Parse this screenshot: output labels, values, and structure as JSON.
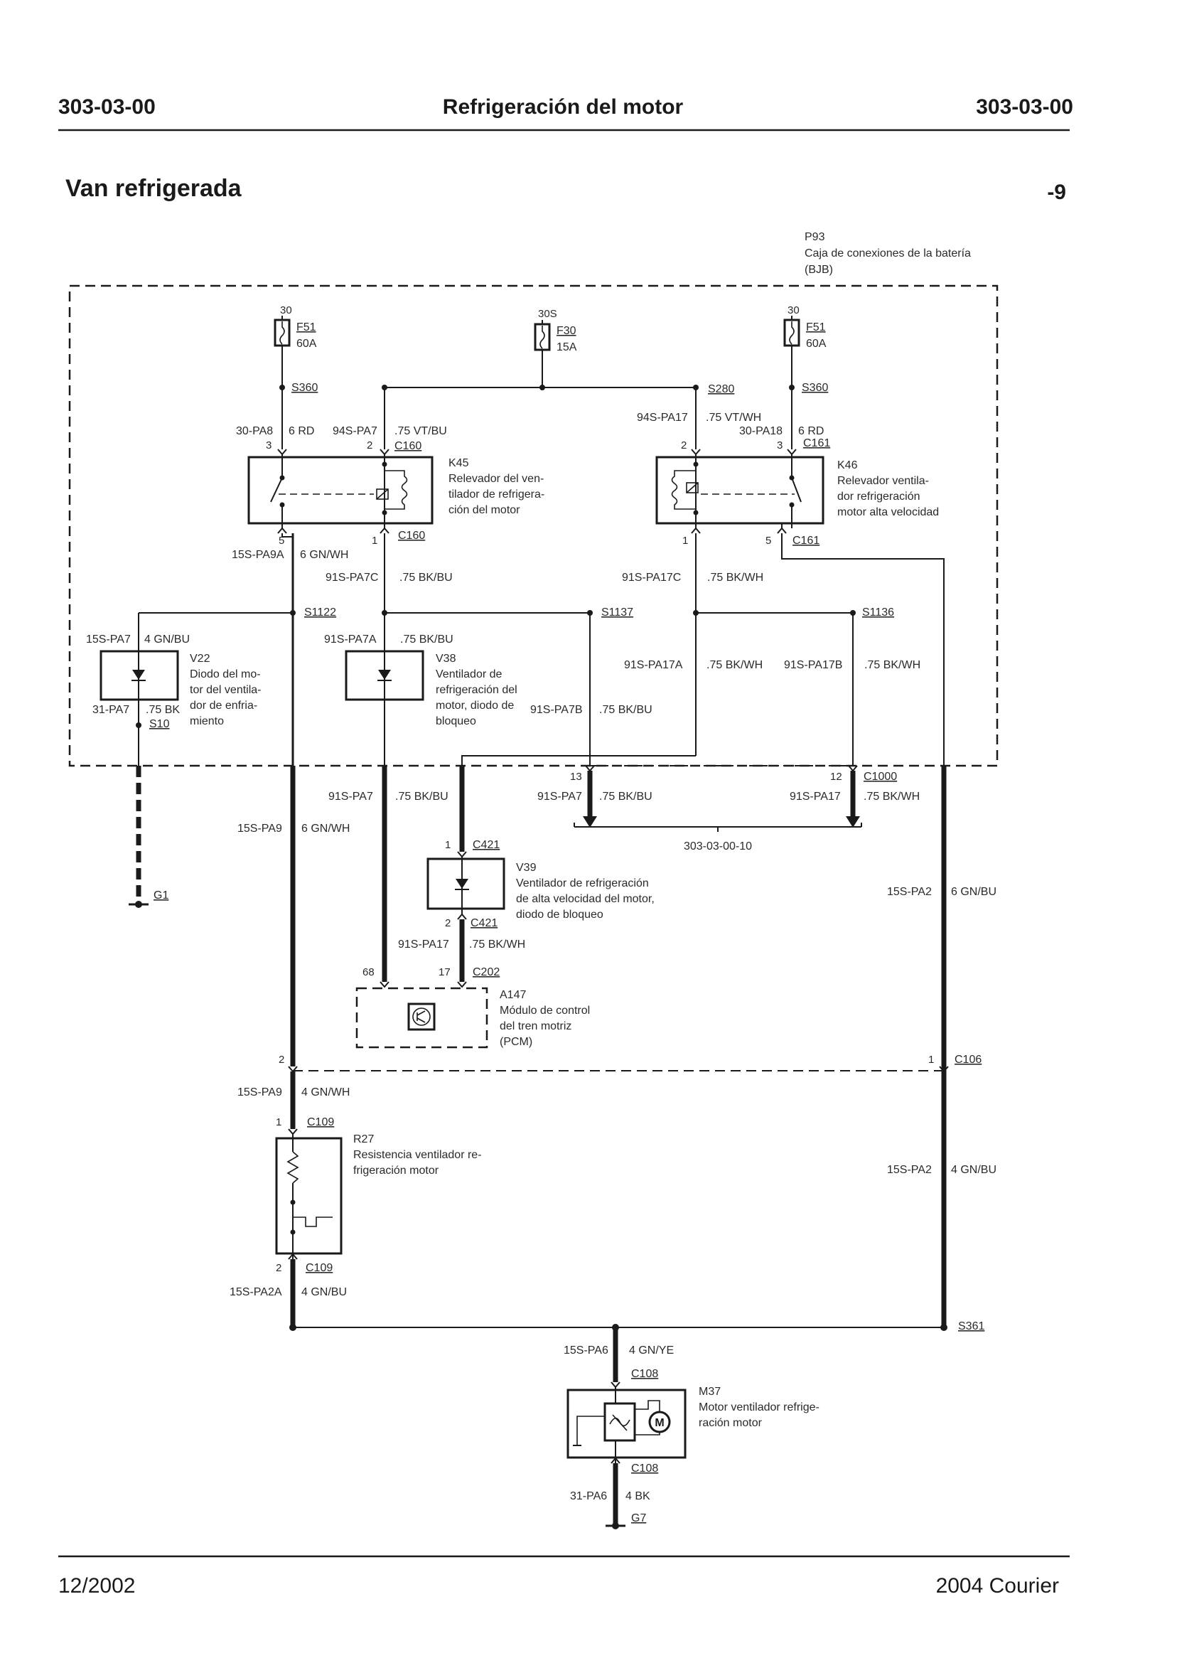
{
  "header": {
    "left_code": "303-03-00",
    "title": "Refrigeración del motor",
    "right_code": "303-03-00"
  },
  "section": {
    "title": "Van refrigerada",
    "page_num": "-9"
  },
  "footer": {
    "date": "12/2002",
    "model": "2004 Courier"
  },
  "bjb": {
    "id": "P93",
    "line1": "Caja de conexiones de la batería",
    "line2": "(BJB)"
  },
  "fuses": {
    "f51_left": {
      "terminal": "30",
      "id": "F51",
      "rating": "60A"
    },
    "f30": {
      "terminal": "30S",
      "id": "F30",
      "rating": "15A"
    },
    "f51_right": {
      "terminal": "30",
      "id": "F51",
      "rating": "60A"
    }
  },
  "splices": {
    "s360": "S360",
    "s280": "S280",
    "s1122": "S1122",
    "s1137": "S1137",
    "s1136": "S1136",
    "s10": "S10",
    "s361": "S361"
  },
  "k45": {
    "id": "K45",
    "desc1": "Relevador del ven-",
    "desc2": "tilador de refrigera-",
    "desc3": "ción del motor",
    "conn_top": "C160",
    "conn_bot": "C160",
    "w_in_a": "30-PA8",
    "w_in_a_col": "6 RD",
    "pin_a": "3",
    "w_in_b": "94S-PA7",
    "w_in_b_col": ".75 VT/BU",
    "pin_b": "2",
    "pin_out_a": "5",
    "pin_out_b": "1",
    "w_out_a": "15S-PA9A",
    "w_out_a_col": "6 GN/WH",
    "w_out_b": "91S-PA7C",
    "w_out_b_col": ".75 BK/BU"
  },
  "k46": {
    "id": "K46",
    "desc1": "Relevador ventila-",
    "desc2": "dor refrigeración",
    "desc3": "motor alta velocidad",
    "conn_top": "C161",
    "conn_bot": "C161",
    "w_in_a": "94S-PA17",
    "w_in_a_col": ".75 VT/WH",
    "pin_a": "2",
    "w_in_b": "30-PA18",
    "w_in_b_col": "6 RD",
    "pin_b": "3",
    "pin_out_a": "1",
    "pin_out_b": "5",
    "w_out_a": "91S-PA17C",
    "w_out_a_col": ".75 BK/WH"
  },
  "v22": {
    "id": "V22",
    "desc1": "Diodo del mo-",
    "desc2": "tor del ventila-",
    "desc3": "dor de enfria-",
    "desc4": "miento",
    "w_top": "15S-PA7",
    "w_top_col": "4 GN/BU",
    "w_bot": "31-PA7",
    "w_bot_col": ".75 BK"
  },
  "v38": {
    "id": "V38",
    "desc1": "Ventilador de",
    "desc2": "refrigeración del",
    "desc3": "motor, diodo de",
    "desc4": "bloqueo",
    "w_top": "91S-PA7A",
    "w_top_col": ".75 BK/BU",
    "w_bot": "91S-PA7",
    "w_bot_col": ".75 BK/BU"
  },
  "mid": {
    "w_pa17a": "91S-PA17A",
    "w_pa17a_col": ".75 BK/WH",
    "w_pa17b": "91S-PA17B",
    "w_pa17b_col": ".75 BK/WH",
    "w_pa7b": "91S-PA7B",
    "w_pa7b_col": ".75 BK/BU"
  },
  "c1000": {
    "id": "C1000",
    "pin_a": "13",
    "pin_b": "12",
    "w_a": "91S-PA7",
    "w_a_col": ".75 BK/BU",
    "w_b": "91S-PA17",
    "w_b_col": ".75 BK/WH",
    "ref": "303-03-00-10"
  },
  "pa9": {
    "w": "15S-PA9",
    "col": "6 GN/WH"
  },
  "ground_g1": "G1",
  "v39": {
    "id": "V39",
    "desc1": "Ventilador de refrigeración",
    "desc2": "de alta velocidad del motor,",
    "desc3": "diodo de bloqueo",
    "conn_top": "C421",
    "conn_bot": "C421",
    "pin_top": "1",
    "pin_bot": "2",
    "w_bot": "91S-PA17",
    "w_bot_col": ".75 BK/WH"
  },
  "pa2": {
    "w": "15S-PA2",
    "col": "6 GN/BU",
    "w2": "15S-PA2",
    "col2": "4 GN/BU"
  },
  "a147": {
    "id": "A147",
    "desc1": "Módulo de control",
    "desc2": "del tren motriz",
    "desc3": "(PCM)",
    "conn": "C202",
    "pin_a": "68",
    "pin_b": "17"
  },
  "c106": {
    "id": "C106",
    "pin_a": "2",
    "pin_b": "1"
  },
  "r27": {
    "id": "R27",
    "desc1": "Resistencia ventilador re-",
    "desc2": "frigeración motor",
    "conn_top": "C109",
    "conn_bot": "C109",
    "pin_top": "1",
    "pin_bot": "2",
    "w_top": "15S-PA9",
    "w_top_col": "4 GN/WH",
    "w_bot": "15S-PA2A",
    "w_bot_col": "4 GN/BU"
  },
  "m37": {
    "id": "M37",
    "desc1": "Motor ventilador refrige-",
    "desc2": "ración motor",
    "conn_top": "C108",
    "conn_bot": "C108",
    "w_top": "15S-PA6",
    "w_top_col": "4 GN/YE",
    "w_bot": "31-PA6",
    "w_bot_col": "4 BK"
  },
  "ground_g7": "G7"
}
